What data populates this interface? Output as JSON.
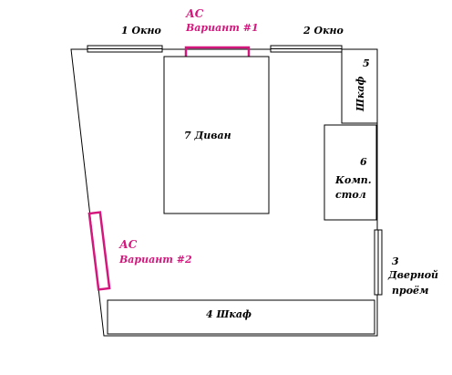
{
  "colors": {
    "accent": "#d4177d",
    "line": "#000000",
    "background": "#ffffff"
  },
  "labels": {
    "window_1": "1  Окно",
    "window_2": "2  Окно",
    "door_num": "3",
    "door_line1": "Дверной",
    "door_line2": "проём",
    "wardrobe_bottom": "4  Шкаф",
    "wardrobe_side_num": "5",
    "wardrobe_side": "Шкаф",
    "desk_num": "6",
    "desk_line1": "Комп.",
    "desk_line2": "стол",
    "sofa": "7   Диван"
  },
  "ac_units": {
    "variant_1": {
      "title": "АС",
      "subtitle": "Вариант #1"
    },
    "variant_2": {
      "title": "АС",
      "subtitle": "Вариант #2"
    }
  }
}
